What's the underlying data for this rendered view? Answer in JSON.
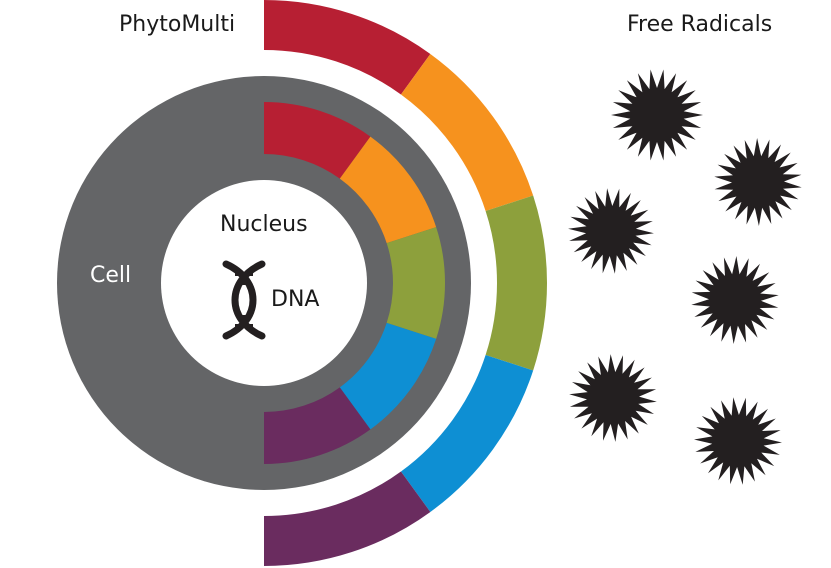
{
  "labels": {
    "phytomulti": "PhytoMulti",
    "free_radicals": "Free Radicals",
    "cell": "Cell",
    "nucleus": "Nucleus",
    "dna": "DNA"
  },
  "colors": {
    "background": "#ffffff",
    "cell": "#646567",
    "nucleus": "#ffffff",
    "text_dark": "#1a1a1a",
    "text_light": "#ffffff",
    "radical": "#231f20",
    "segments": [
      "#b71f33",
      "#f6921e",
      "#8da03c",
      "#0e8fd3",
      "#6a2c5f"
    ]
  },
  "icons": [
    "dna-helix-icon",
    "free-radical-icon"
  ]
}
